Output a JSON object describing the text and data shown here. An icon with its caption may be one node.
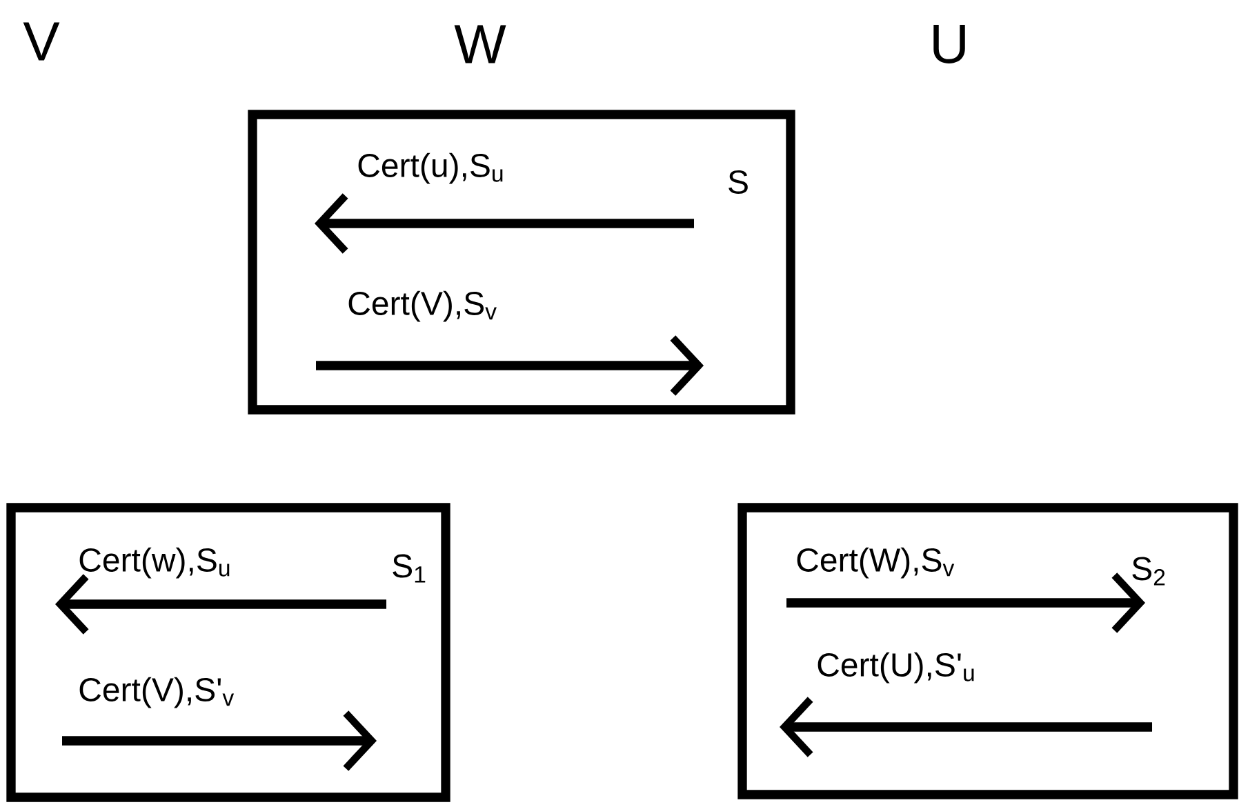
{
  "diagram": {
    "nodes": [
      {
        "text": [
          "Cert(u),S$_{u}$",
          "S",
          "Cert(V),S$_{v}$"
        ]
      },
      {
        "text": [
          "Cert(w),S$_{u}$",
          "S$_{1}$",
          "Cert(V),S'$_{v}$"
        ]
      },
      {
        "text": [
          "Cert(W),S$_{v}$",
          "S$_{2}$",
          "Cert(U),S'$_{u}$"
        ]
      }
    ],
    "labels": [
      "V",
      "W",
      "U"
    ]
  }
}
